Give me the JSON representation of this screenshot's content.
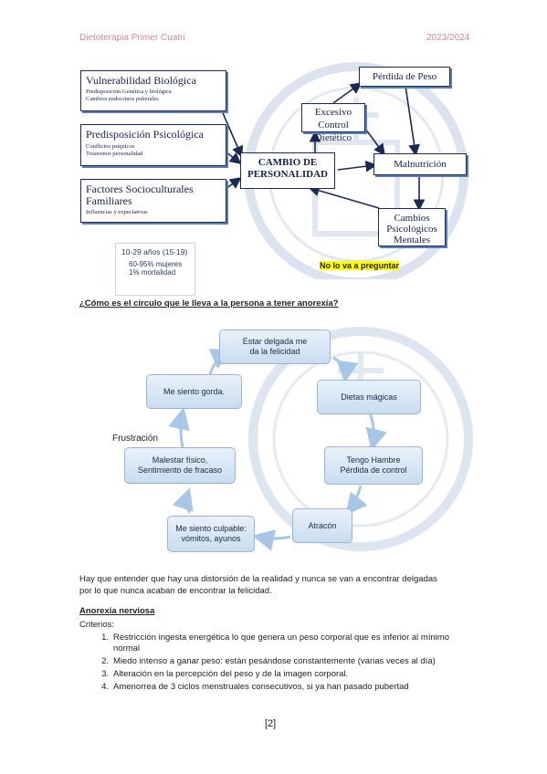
{
  "header": {
    "left": "Dietoterapia Primer Cuatri",
    "right": "2023/2024"
  },
  "diagram1": {
    "left_boxes": [
      {
        "title": "Vulnerabilidad Biológica",
        "lines": [
          "Predisposición Genética y biológica",
          "Cambios endocrinos puberales"
        ]
      },
      {
        "title": "Predisposición Psicológica",
        "lines": [
          "Conflictos psíquicos",
          "Trastornos personalidad"
        ]
      },
      {
        "title": "Factores Socioculturales Familiares",
        "lines": [
          "Influencias y expectativas"
        ]
      }
    ],
    "center": "CAMBIO DE PERSONALIDAD",
    "perdida": "Pérdida de Peso",
    "excesivo": "Excesivo Control Dietético",
    "malnutricion": "Malnutrición",
    "cambios": "Cambios Psicológicos Mentales",
    "stats": [
      "10-29 años (15-19)",
      "60-95% mujeres",
      "1% mortalidad"
    ]
  },
  "note": "No lo va a preguntar",
  "question": "¿Cómo es el círculo que le lleva a la persona a tener anorexia?",
  "cycle": {
    "nodes": [
      "Estar delgada me da la felicidad",
      "Dietas mágicas",
      "Tengo Hambre Pérdida de control",
      "Atracón",
      "Me siento culpable: vómitos, ayunos",
      "Malestar físico, Sentimiento de fracaso",
      "Me siento gorda."
    ],
    "frustration": "Frustración"
  },
  "paragraph": [
    "Hay que entender que hay una distorsión de la realidad y nunca se van a encontrar delgadas",
    "por lo que nunca acaban de encontrar la felicidad."
  ],
  "section_title": "Anorexia nerviosa",
  "criteria_label": "Criterios:",
  "criteria": [
    {
      "n": "1.",
      "lines": [
        "Restricción ingesta energética lo que genera un peso corporal que es inferior al mínimo",
        "normal"
      ]
    },
    {
      "n": "2.",
      "lines": [
        "Miedo intenso a ganar peso: están pesándose constantemente (varias veces al día)"
      ]
    },
    {
      "n": "3.",
      "lines": [
        "Alteración en la percepción del peso y de la imagen corporal."
      ]
    },
    {
      "n": "4.",
      "lines": [
        "Amenorrea de 3 ciclos menstruales consecutivos, si ya han pasado pubertad"
      ]
    }
  ],
  "page_number": "[2]"
}
